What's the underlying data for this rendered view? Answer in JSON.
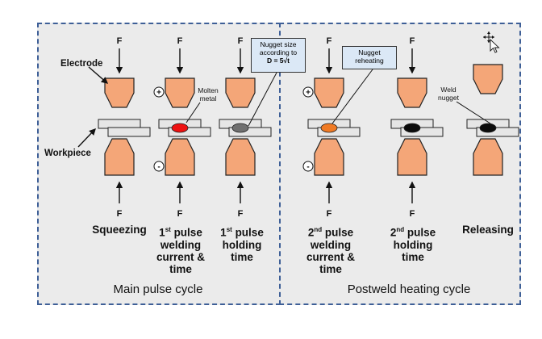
{
  "colors": {
    "panel_bg": "#ebebeb",
    "panel_border": "#3e5f97",
    "electrode": "#f4a678",
    "workpiece": "#e6e6e6",
    "nugget_red": "#ee1111",
    "nugget_gray": "#707070",
    "nugget_orange": "#f07a24",
    "nugget_black": "#0b0b0b",
    "callout_bg": "#dbe8f6"
  },
  "force_label": "F",
  "labels": {
    "electrode": "Electrode",
    "workpiece": "Workpiece",
    "molten_metal_1": "Molten",
    "molten_metal_2": "metal",
    "weld_nugget_1": "Weld",
    "weld_nugget_2": "nugget",
    "plus": "+",
    "minus": "-"
  },
  "callouts": {
    "nugget_size_1": "Nugget size",
    "nugget_size_2": "according to",
    "nugget_size_3": "D = 5√t",
    "nugget_reheat_1": "Nugget",
    "nugget_reheat_2": "reheating"
  },
  "stages": [
    {
      "lines": [
        "Squeezing"
      ]
    },
    {
      "sup_num": "1",
      "sup": "st",
      "head": " pulse",
      "lines": [
        "welding",
        "current &",
        "time"
      ]
    },
    {
      "sup_num": "1",
      "sup": "st",
      "head": " pulse",
      "lines": [
        "holding",
        "time"
      ]
    },
    {
      "sup_num": "2",
      "sup": "nd",
      "head": " pulse",
      "lines": [
        "welding",
        "current &",
        "time"
      ]
    },
    {
      "sup_num": "2",
      "sup": "nd",
      "head": " pulse",
      "lines": [
        "holding",
        "time"
      ]
    },
    {
      "lines": [
        "Releasing"
      ]
    }
  ],
  "cycles": {
    "main": "Main pulse cycle",
    "postweld": "Postweld heating cycle"
  }
}
